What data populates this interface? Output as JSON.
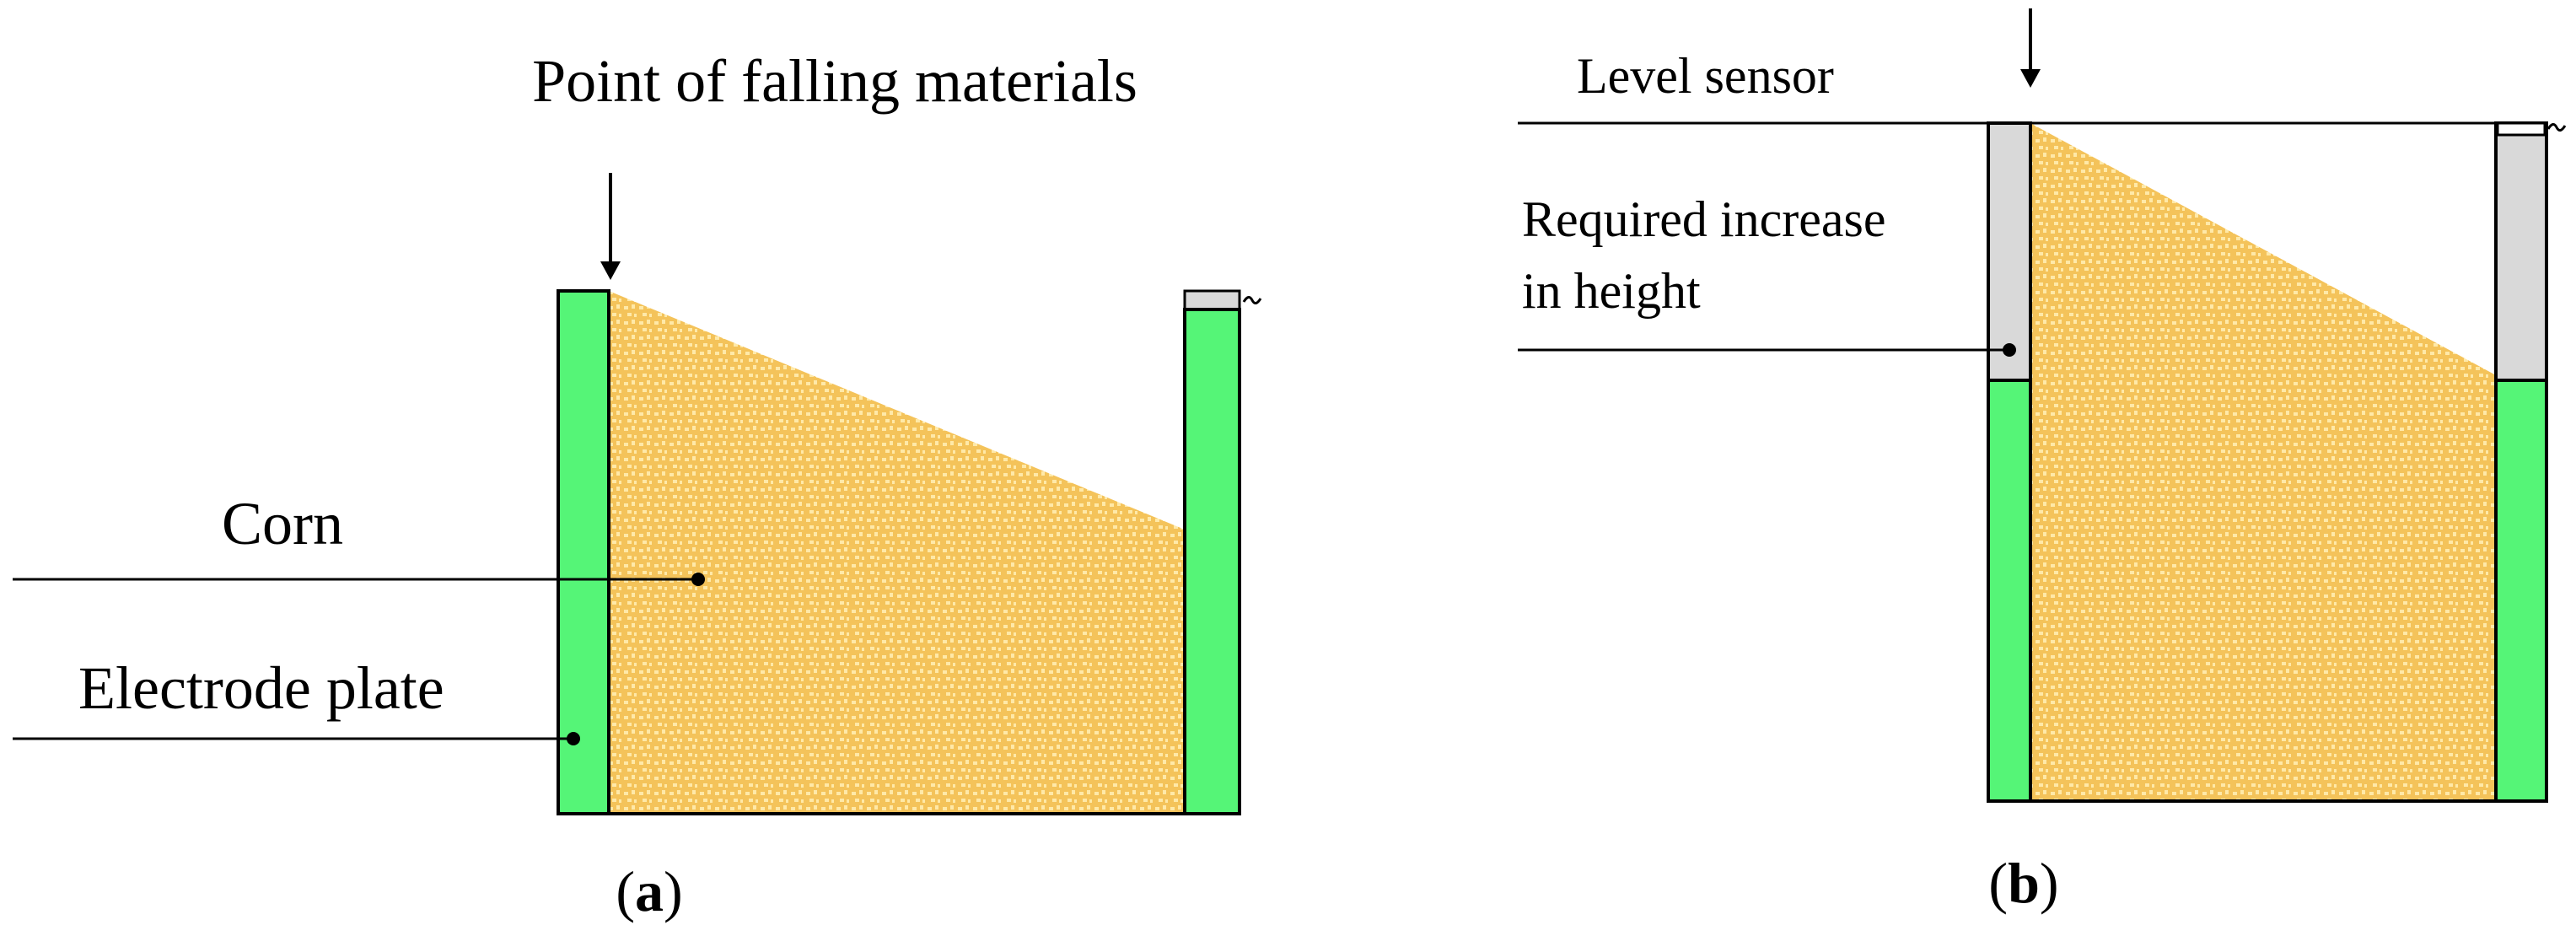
{
  "panel_a": {
    "title": "Point of falling materials",
    "corn_label": "Corn",
    "electrode_label": "Electrode plate",
    "caption": {
      "open": "(",
      "letter": "a",
      "close": ")"
    }
  },
  "panel_b": {
    "level_sensor_label": "Level sensor",
    "required_label_line1": "Required increase",
    "required_label_line2": "in height",
    "caption": {
      "open": "(",
      "letter": "b",
      "close": ")"
    }
  },
  "colors": {
    "electrode_green": "#55f577",
    "corn_yellow": "#f4c35a",
    "corn_speck": "#ffe9a8",
    "sensor_grey": "#d9d9d9",
    "line_black": "#000000"
  }
}
